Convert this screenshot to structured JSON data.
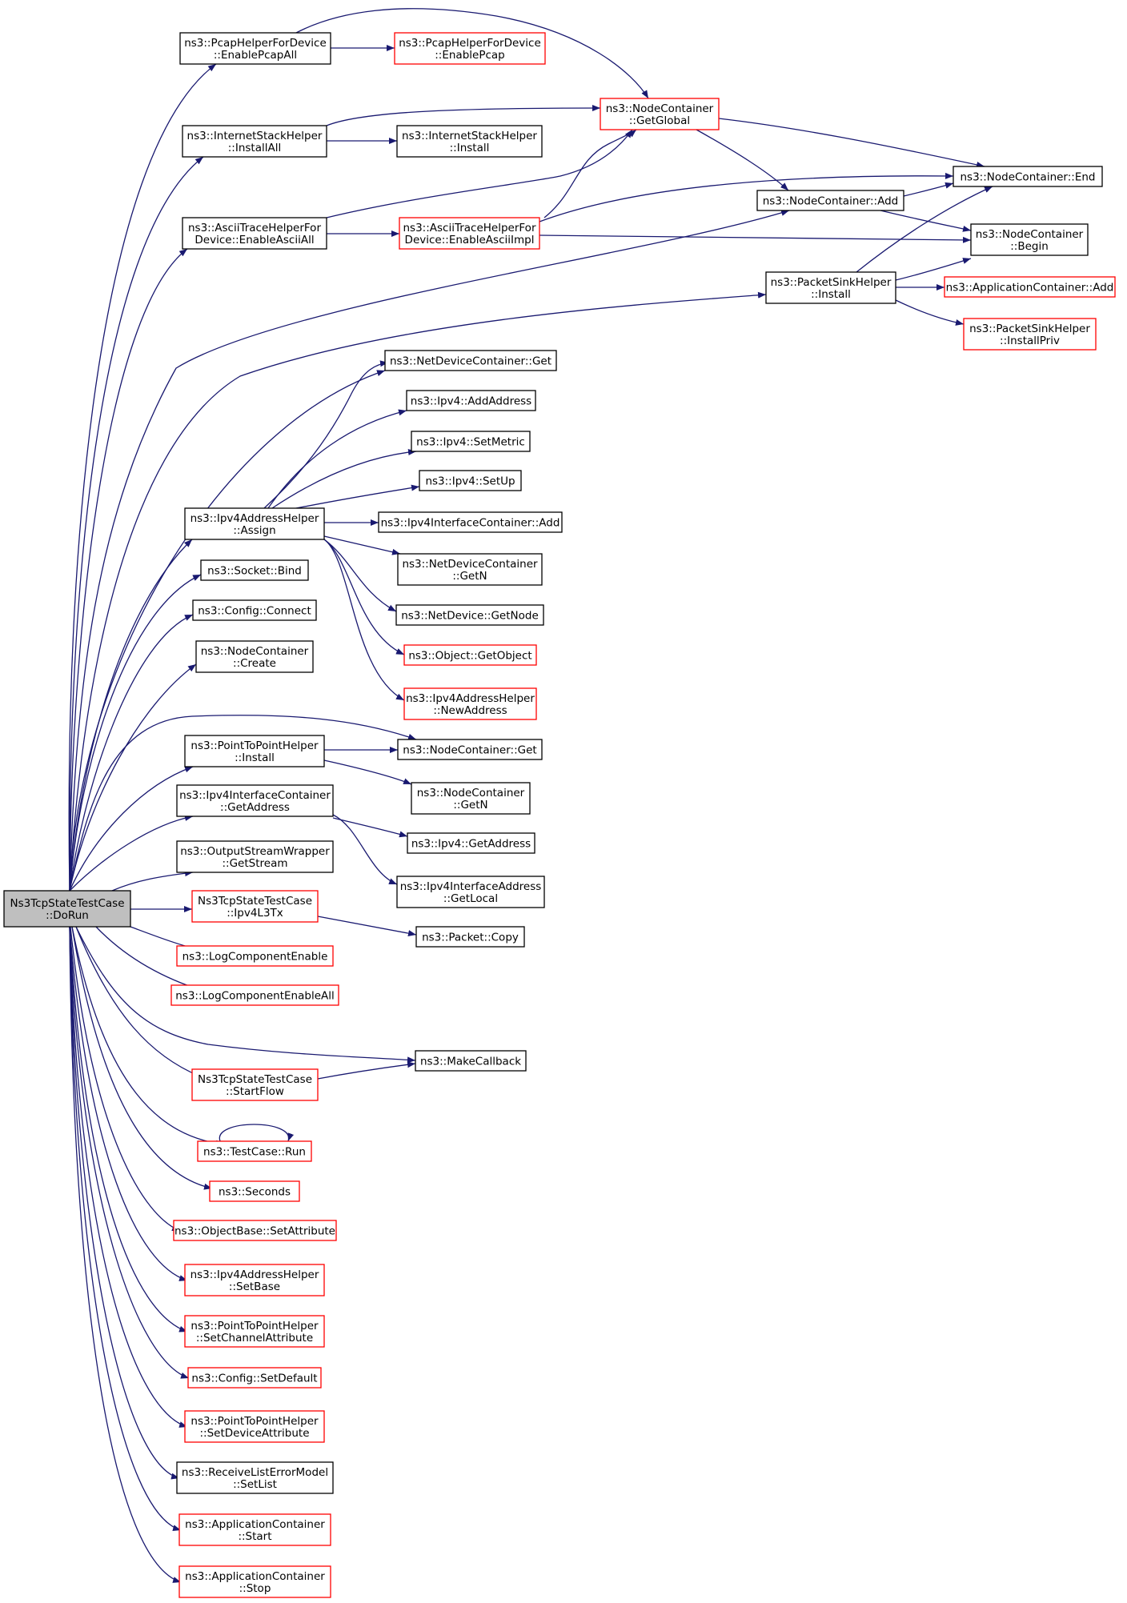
{
  "graph": {
    "colors": {
      "edge": "#191970",
      "node_border_default": "#000000",
      "node_border_truncated": "#ff0000",
      "root_fill": "#bfbfbf",
      "node_fill": "#ffffff"
    },
    "nodes": [
      {
        "id": "dorun",
        "lines": [
          "Ns3TcpStateTestCase",
          "::DoRun"
        ],
        "border": "black",
        "root": true
      },
      {
        "id": "pcapall",
        "lines": [
          "ns3::PcapHelperForDevice",
          "::EnablePcapAll"
        ],
        "border": "black"
      },
      {
        "id": "pcap",
        "lines": [
          "ns3::PcapHelperForDevice",
          "::EnablePcap"
        ],
        "border": "red"
      },
      {
        "id": "getglobal",
        "lines": [
          "ns3::NodeContainer",
          "::GetGlobal"
        ],
        "border": "red"
      },
      {
        "id": "ishall",
        "lines": [
          "ns3::InternetStackHelper",
          "::InstallAll"
        ],
        "border": "black"
      },
      {
        "id": "ishinst",
        "lines": [
          "ns3::InternetStackHelper",
          "::Install"
        ],
        "border": "black"
      },
      {
        "id": "ncend",
        "lines": [
          "ns3::NodeContainer::End"
        ],
        "border": "black"
      },
      {
        "id": "ncadd",
        "lines": [
          "ns3::NodeContainer::Add"
        ],
        "border": "black"
      },
      {
        "id": "asciiall",
        "lines": [
          "ns3::AsciiTraceHelperFor",
          "Device::EnableAsciiAll"
        ],
        "border": "black"
      },
      {
        "id": "asciiimpl",
        "lines": [
          "ns3::AsciiTraceHelperFor",
          "Device::EnableAsciiImpl"
        ],
        "border": "red"
      },
      {
        "id": "ncbegin",
        "lines": [
          "ns3::NodeContainer",
          "::Begin"
        ],
        "border": "black"
      },
      {
        "id": "psinst",
        "lines": [
          "ns3::PacketSinkHelper",
          "::Install"
        ],
        "border": "black"
      },
      {
        "id": "acadd",
        "lines": [
          "ns3::ApplicationContainer::Add"
        ],
        "border": "red"
      },
      {
        "id": "psinstpriv",
        "lines": [
          "ns3::PacketSinkHelper",
          "::InstallPriv"
        ],
        "border": "red"
      },
      {
        "id": "ndcget",
        "lines": [
          "ns3::NetDeviceContainer::Get"
        ],
        "border": "black"
      },
      {
        "id": "ipv4addaddr",
        "lines": [
          "ns3::Ipv4::AddAddress"
        ],
        "border": "black"
      },
      {
        "id": "ipv4setmetric",
        "lines": [
          "ns3::Ipv4::SetMetric"
        ],
        "border": "black"
      },
      {
        "id": "ipv4setup",
        "lines": [
          "ns3::Ipv4::SetUp"
        ],
        "border": "black"
      },
      {
        "id": "ipv4assign",
        "lines": [
          "ns3::Ipv4AddressHelper",
          "::Assign"
        ],
        "border": "black"
      },
      {
        "id": "iicadd",
        "lines": [
          "ns3::Ipv4InterfaceContainer::Add"
        ],
        "border": "black"
      },
      {
        "id": "ndcgetn",
        "lines": [
          "ns3::NetDeviceContainer",
          "::GetN"
        ],
        "border": "black"
      },
      {
        "id": "sockbind",
        "lines": [
          "ns3::Socket::Bind"
        ],
        "border": "black"
      },
      {
        "id": "ndgetnode",
        "lines": [
          "ns3::NetDevice::GetNode"
        ],
        "border": "black"
      },
      {
        "id": "cfgconnect",
        "lines": [
          "ns3::Config::Connect"
        ],
        "border": "black"
      },
      {
        "id": "objgetobj",
        "lines": [
          "ns3::Object::GetObject"
        ],
        "border": "red"
      },
      {
        "id": "nccreate",
        "lines": [
          "ns3::NodeContainer",
          "::Create"
        ],
        "border": "black"
      },
      {
        "id": "newaddr",
        "lines": [
          "ns3::Ipv4AddressHelper",
          "::NewAddress"
        ],
        "border": "red"
      },
      {
        "id": "p2pinst",
        "lines": [
          "ns3::PointToPointHelper",
          "::Install"
        ],
        "border": "black"
      },
      {
        "id": "ncget",
        "lines": [
          "ns3::NodeContainer::Get"
        ],
        "border": "black"
      },
      {
        "id": "iicgetaddr",
        "lines": [
          "ns3::Ipv4InterfaceContainer",
          "::GetAddress"
        ],
        "border": "black"
      },
      {
        "id": "ncgetn",
        "lines": [
          "ns3::NodeContainer",
          "::GetN"
        ],
        "border": "black"
      },
      {
        "id": "ipv4getaddr",
        "lines": [
          "ns3::Ipv4::GetAddress"
        ],
        "border": "black"
      },
      {
        "id": "oswgetstream",
        "lines": [
          "ns3::OutputStreamWrapper",
          "::GetStream"
        ],
        "border": "black"
      },
      {
        "id": "iagetlocal",
        "lines": [
          "ns3::Ipv4InterfaceAddress",
          "::GetLocal"
        ],
        "border": "black"
      },
      {
        "id": "l3tx",
        "lines": [
          "Ns3TcpStateTestCase",
          "::Ipv4L3Tx"
        ],
        "border": "red"
      },
      {
        "id": "pktcopy",
        "lines": [
          "ns3::Packet::Copy"
        ],
        "border": "black"
      },
      {
        "id": "logenable",
        "lines": [
          "ns3::LogComponentEnable"
        ],
        "border": "red"
      },
      {
        "id": "logenableall",
        "lines": [
          "ns3::LogComponentEnableAll"
        ],
        "border": "red"
      },
      {
        "id": "makecb",
        "lines": [
          "ns3::MakeCallback"
        ],
        "border": "black"
      },
      {
        "id": "startflow",
        "lines": [
          "Ns3TcpStateTestCase",
          "::StartFlow"
        ],
        "border": "red"
      },
      {
        "id": "tcrun",
        "lines": [
          "ns3::TestCase::Run"
        ],
        "border": "red"
      },
      {
        "id": "seconds",
        "lines": [
          "ns3::Seconds"
        ],
        "border": "red"
      },
      {
        "id": "setattr",
        "lines": [
          "ns3::ObjectBase::SetAttribute"
        ],
        "border": "red"
      },
      {
        "id": "setbase",
        "lines": [
          "ns3::Ipv4AddressHelper",
          "::SetBase"
        ],
        "border": "red"
      },
      {
        "id": "setchattr",
        "lines": [
          "ns3::PointToPointHelper",
          "::SetChannelAttribute"
        ],
        "border": "red"
      },
      {
        "id": "cfgsetdef",
        "lines": [
          "ns3::Config::SetDefault"
        ],
        "border": "red"
      },
      {
        "id": "setdevattr",
        "lines": [
          "ns3::PointToPointHelper",
          "::SetDeviceAttribute"
        ],
        "border": "red"
      },
      {
        "id": "rlemsetlist",
        "lines": [
          "ns3::ReceiveListErrorModel",
          "::SetList"
        ],
        "border": "black"
      },
      {
        "id": "acstart",
        "lines": [
          "ns3::ApplicationContainer",
          "::Start"
        ],
        "border": "red"
      },
      {
        "id": "acstop",
        "lines": [
          "ns3::ApplicationContainer",
          "::Stop"
        ],
        "border": "red"
      }
    ]
  }
}
